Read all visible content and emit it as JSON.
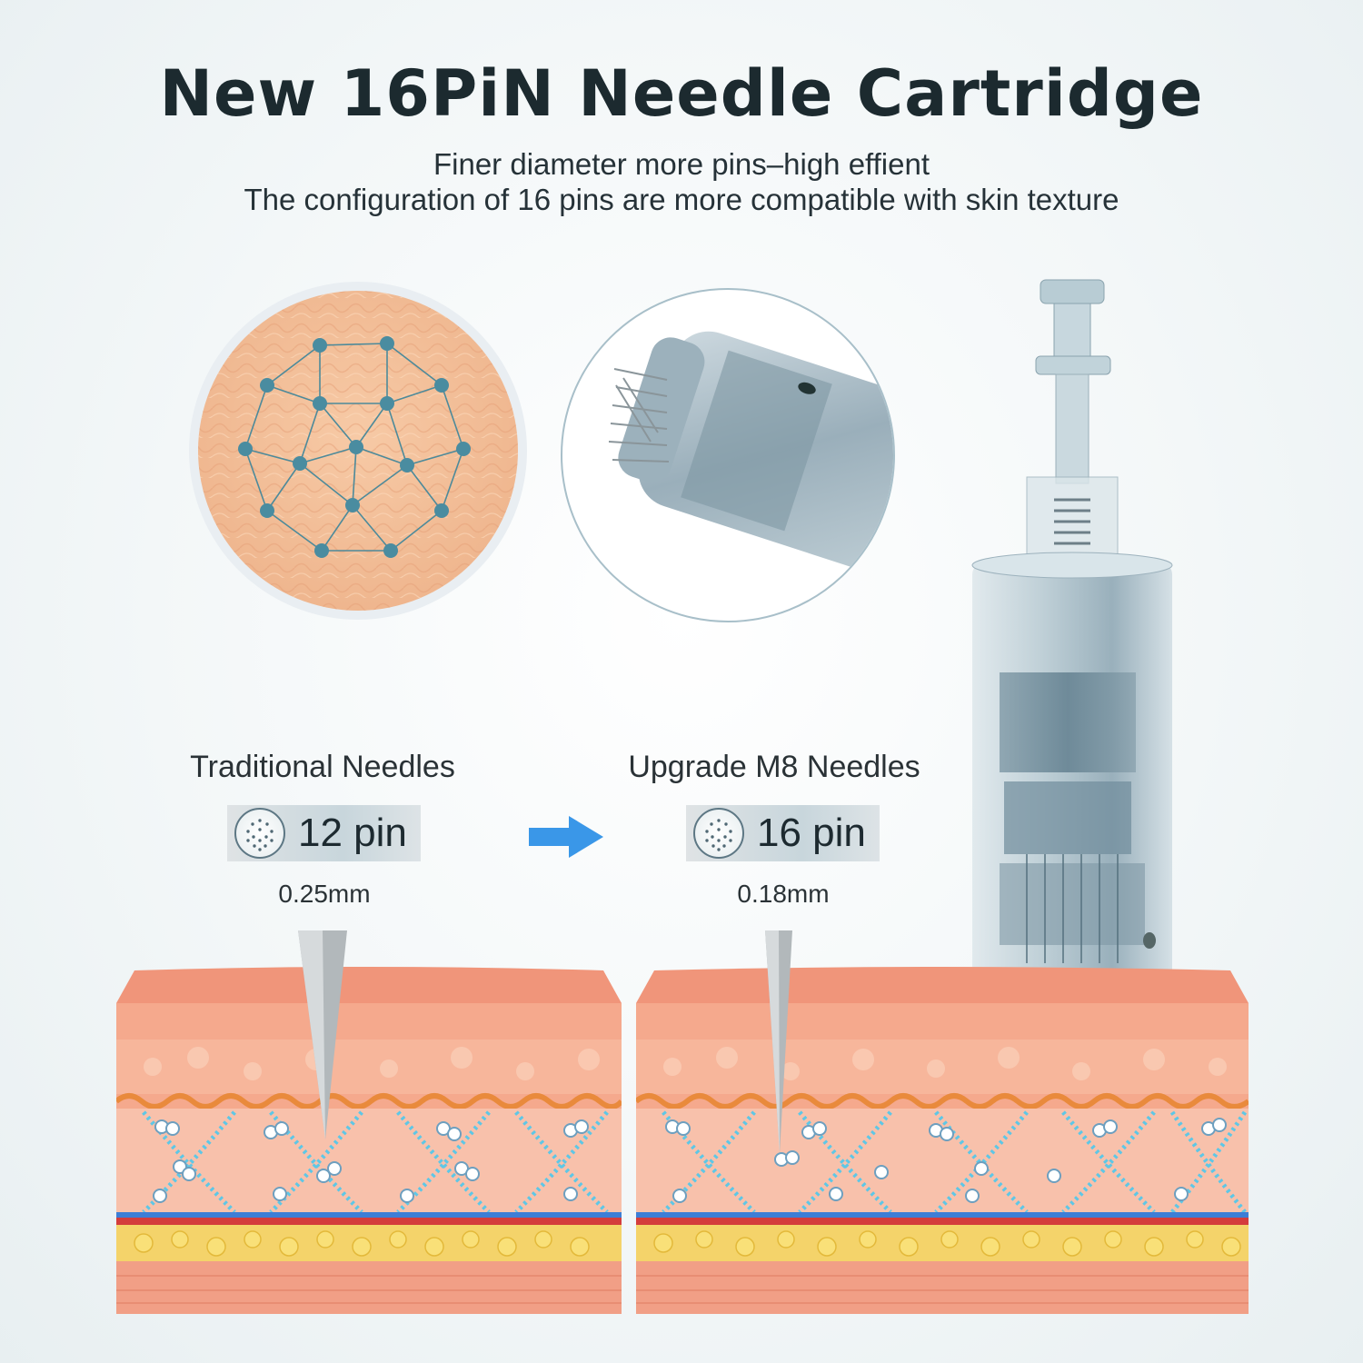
{
  "header": {
    "title": "New 16PiN Needle Cartridge",
    "subtitle_line1": "Finer diameter more pins–high effient",
    "subtitle_line2": "The configuration of 16 pins are more compatible with skin texture"
  },
  "comparison": {
    "traditional": {
      "label": "Traditional Needles",
      "pin_count": "12 pin",
      "diameter": "0.25mm"
    },
    "upgrade": {
      "label": "Upgrade M8 Needles",
      "pin_count": "16 pin",
      "diameter": "0.18mm"
    }
  },
  "colors": {
    "network_dot": "#4a8ca0",
    "arrow": "#3a97e8",
    "skin_top": "#f2a185",
    "collagen": "#5ec7e6",
    "fat": "#f3d24a"
  }
}
